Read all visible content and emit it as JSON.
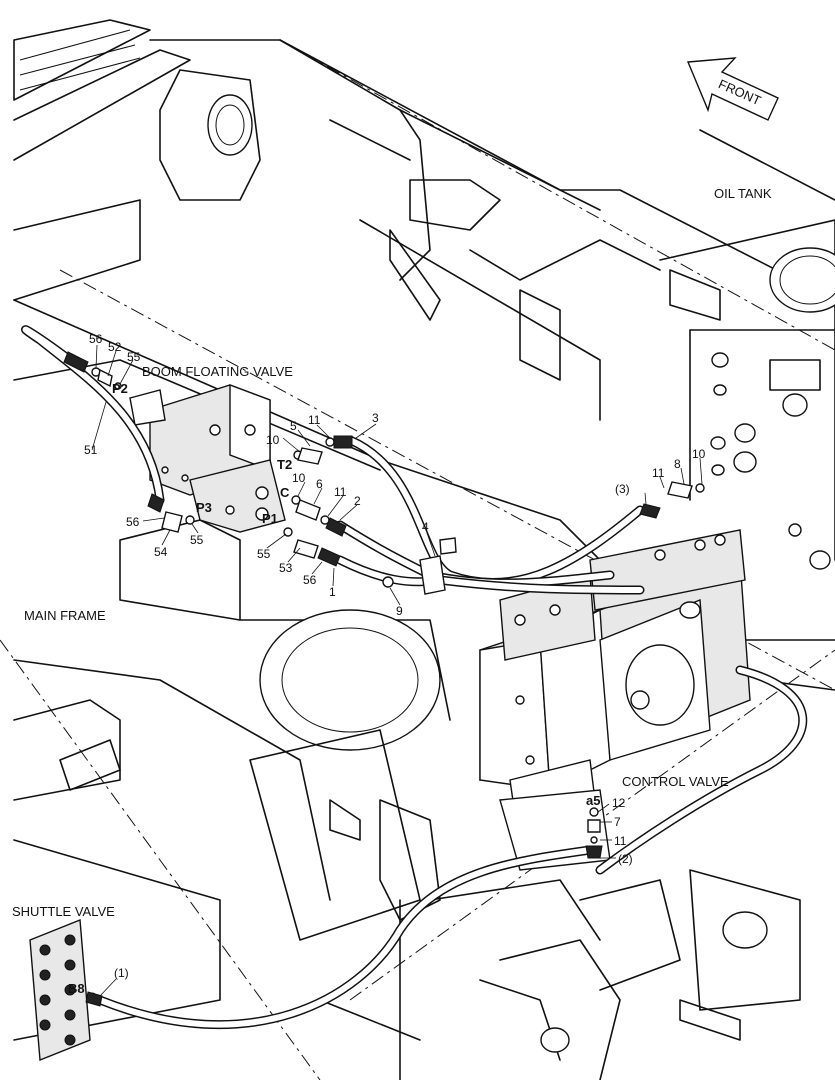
{
  "labels": {
    "front": "FRONT",
    "oil_tank": "OIL TANK",
    "boom_floating_valve": "BOOM FLOATING VALVE",
    "main_frame": "MAIN FRAME",
    "control_valve": "CONTROL VALVE",
    "shuttle_valve": "SHUTTLE VALVE"
  },
  "ports": {
    "p2": "P2",
    "p3": "P3",
    "p1": "P1",
    "t2": "T2",
    "c": "C",
    "a5": "a5",
    "b8": "B8"
  },
  "callouts": {
    "n56a": "56",
    "n52": "52",
    "n55a": "55",
    "n51": "51",
    "n10a": "10",
    "n5": "5",
    "n11a": "11",
    "n3": "3",
    "n10b": "10",
    "n6": "6",
    "n11b": "11",
    "n2": "2",
    "n55b": "55",
    "n53": "53",
    "n56b": "56",
    "n1": "1",
    "n56c": "56",
    "n54": "54",
    "n55c": "55",
    "n4": "4",
    "n9": "9",
    "n3p": "(3)",
    "n11c": "11",
    "n8": "8",
    "n10c": "10",
    "n12": "12",
    "n7": "7",
    "n11d": "11",
    "n2p": "(2)",
    "n1p": "(1)"
  }
}
